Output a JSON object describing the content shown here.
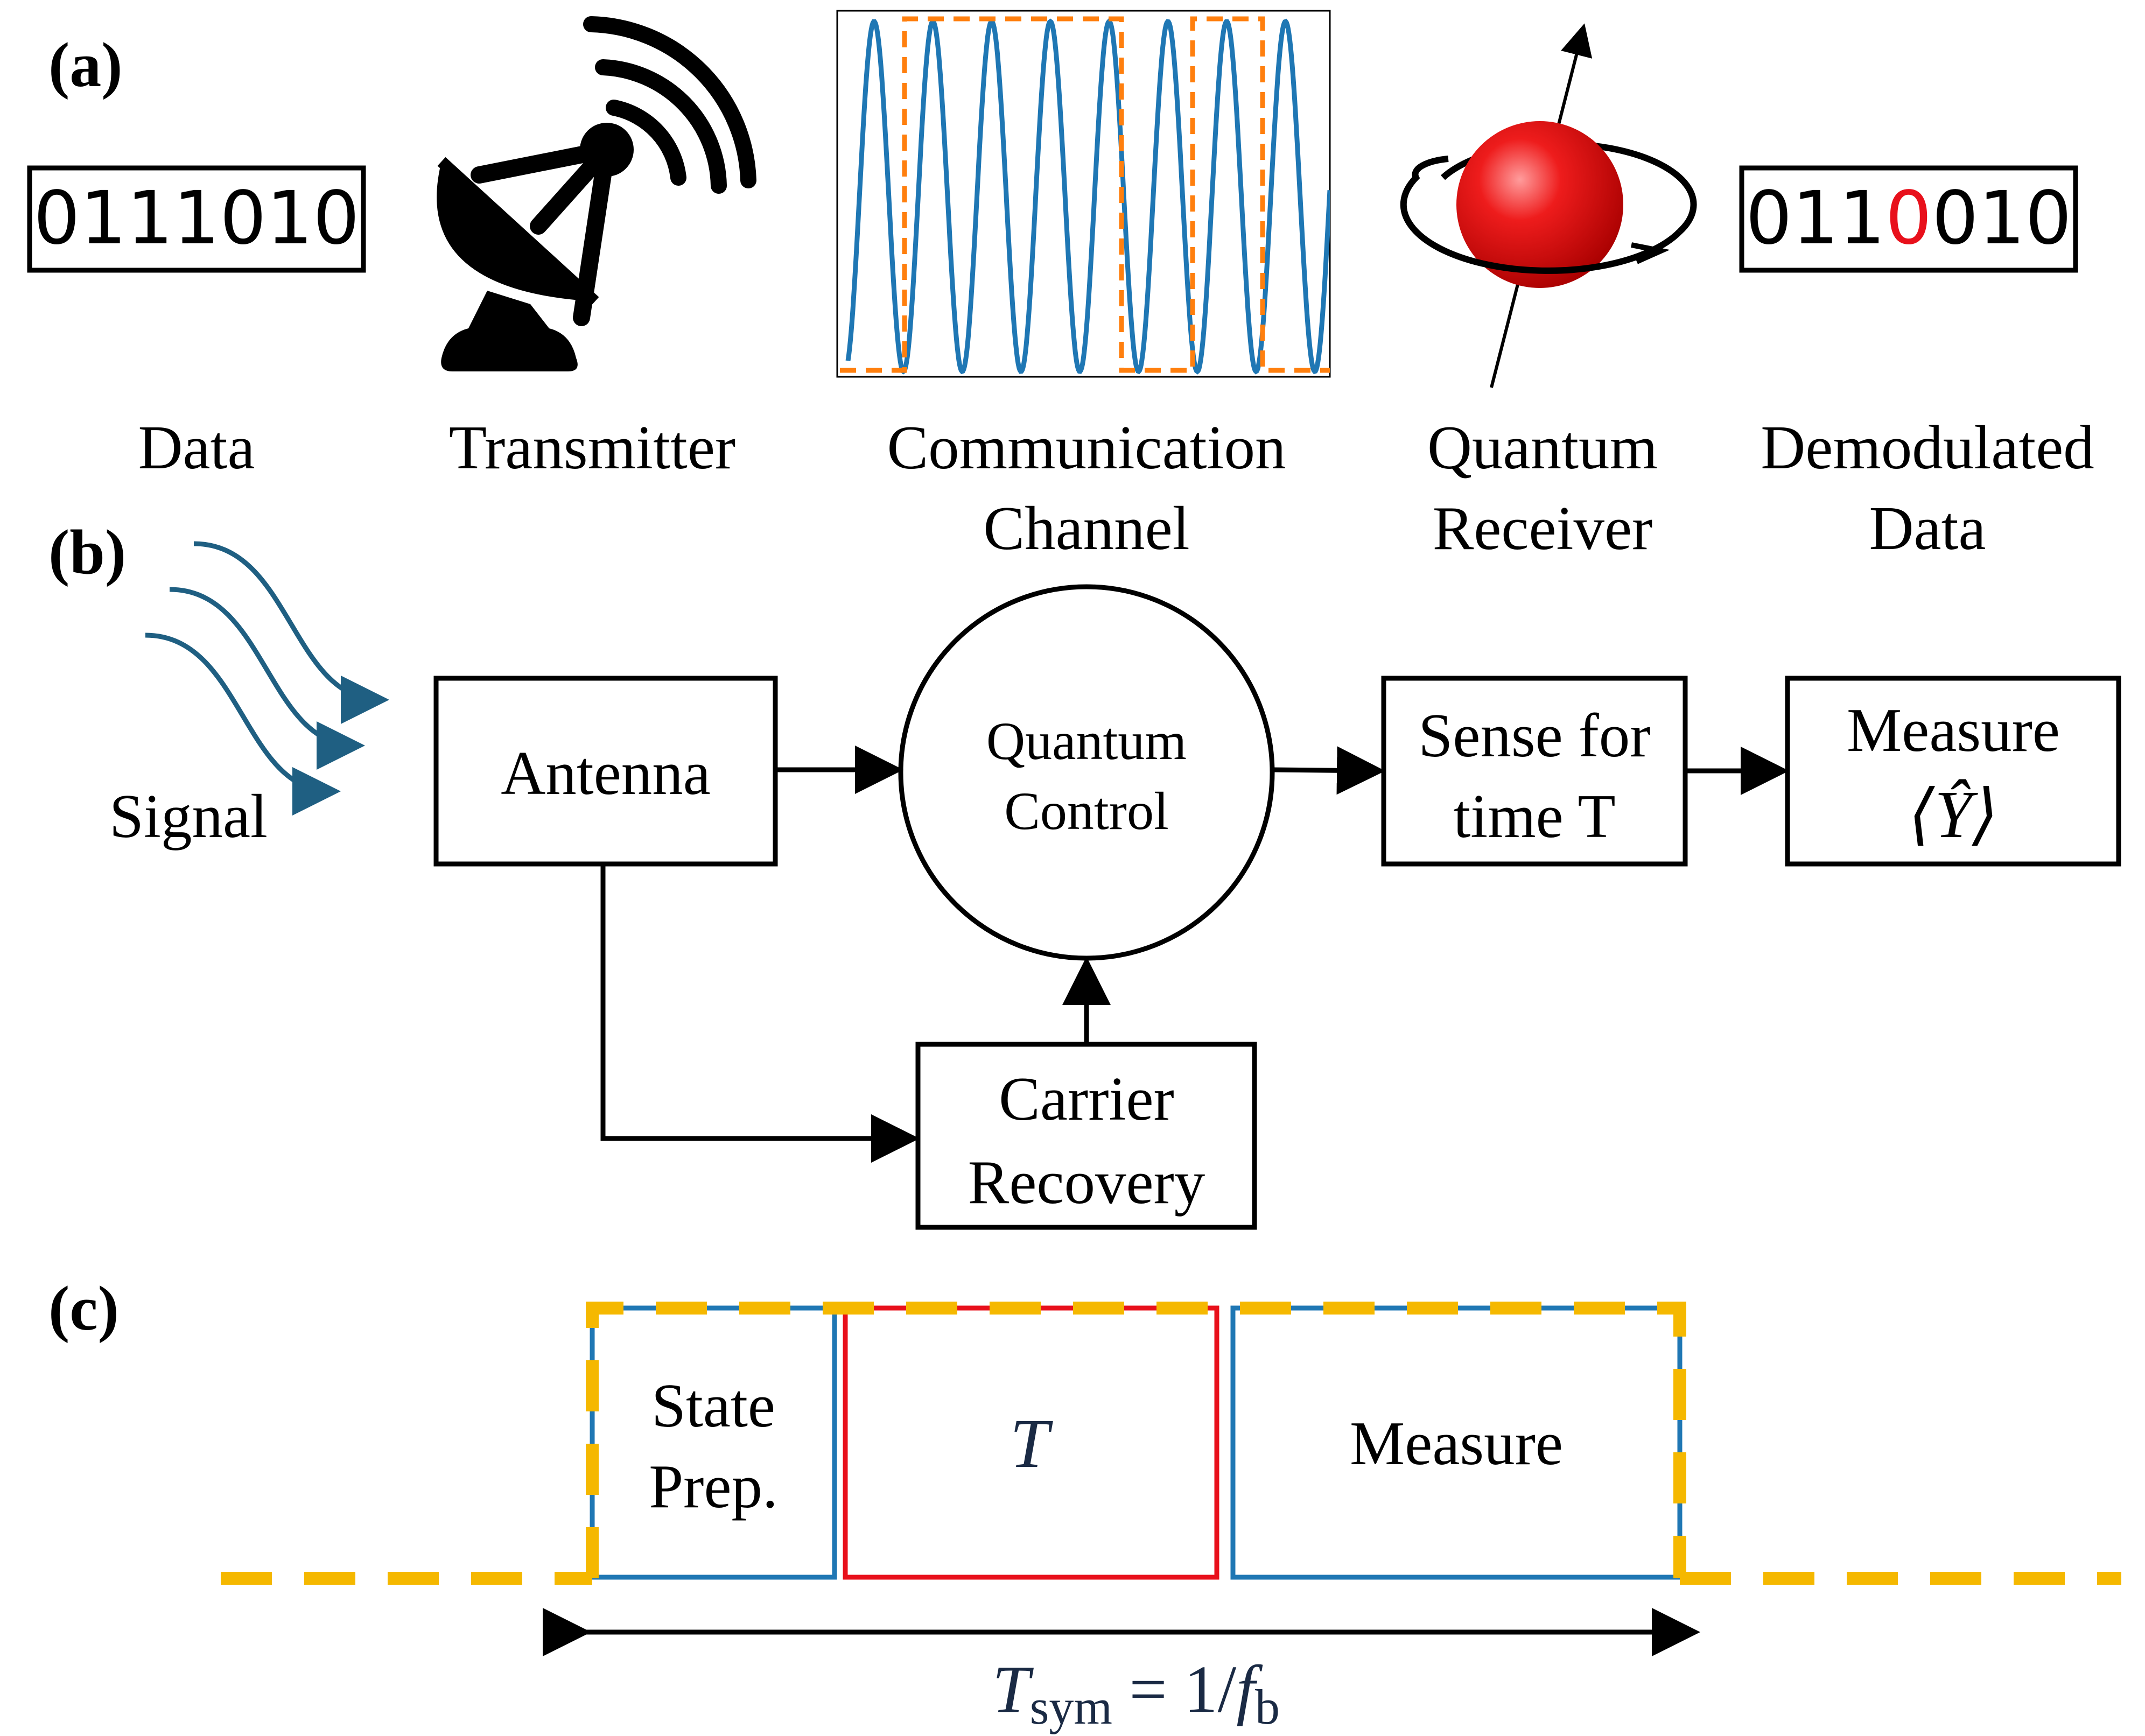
{
  "panel_a": {
    "label": "(a)",
    "data_bits": "0111010",
    "demod_bits": {
      "before": "011",
      "flipped": "0",
      "after": "010"
    },
    "captions": {
      "data": "Data",
      "transmitter": "Transmitter",
      "channel_line1": "Communication",
      "channel_line2": "Channel",
      "receiver_line1": "Quantum",
      "receiver_line2": "Receiver",
      "demod_line1": "Demodulated",
      "demod_line2": "Data"
    },
    "icons": {
      "transmitter": "satellite-dish-icon",
      "receiver": "spin-sphere-icon"
    }
  },
  "panel_b": {
    "label": "(b)",
    "signal": "Signal",
    "antenna": "Antenna",
    "quantum_control_line1": "Quantum",
    "quantum_control_line2": "Control",
    "sense_line1": "Sense for",
    "sense_line2": "time T",
    "measure_line1": "Measure",
    "measure_line2": "⟨Ŷ⟩",
    "carrier_line1": "Carrier",
    "carrier_line2": "Recovery"
  },
  "panel_c": {
    "label": "(c)",
    "state_prep_line1": "State",
    "state_prep_line2": "Prep.",
    "t_label": "T",
    "measure": "Measure",
    "period_T": "T",
    "period_sub": "sym",
    "period_eq": " = 1/",
    "period_f": "f",
    "period_fsub": "b"
  },
  "colors": {
    "blue": "#1f77b4",
    "orange": "#ff7f0e",
    "red": "#e8101b",
    "gold": "#f5b800",
    "signal_blue": "#1f5f82",
    "dark_navy": "#1a2a44"
  }
}
